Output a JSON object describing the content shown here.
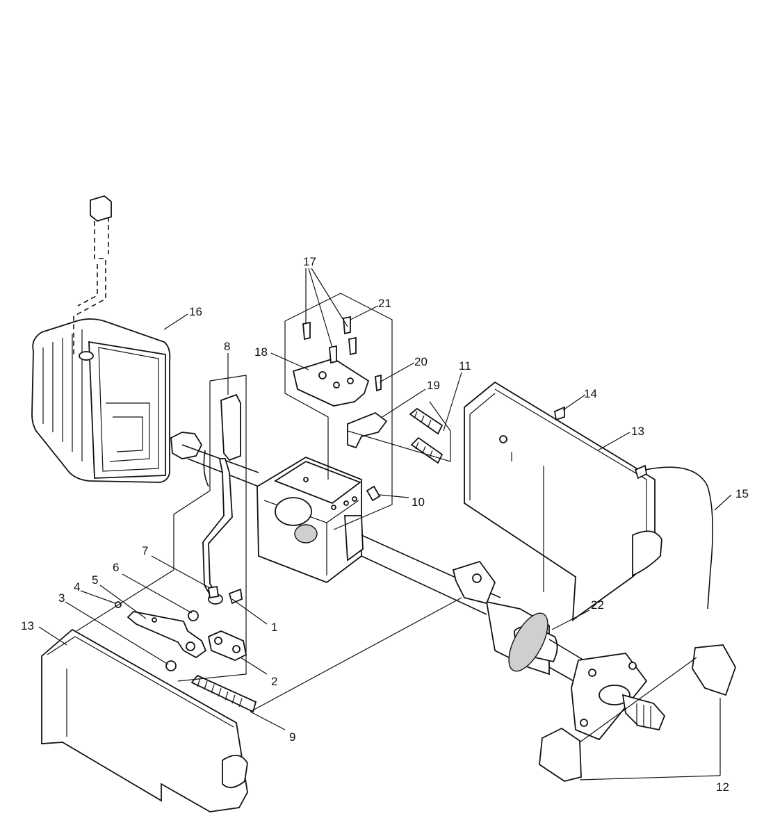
{
  "callouts": [
    {
      "id": "1",
      "text": "1"
    },
    {
      "id": "2",
      "text": "2"
    },
    {
      "id": "3",
      "text": "3"
    },
    {
      "id": "4",
      "text": "4"
    },
    {
      "id": "5",
      "text": "5"
    },
    {
      "id": "6",
      "text": "6"
    },
    {
      "id": "7",
      "text": "7"
    },
    {
      "id": "8",
      "text": "8"
    },
    {
      "id": "9",
      "text": "9"
    },
    {
      "id": "10",
      "text": "10"
    },
    {
      "id": "11",
      "text": "11"
    },
    {
      "id": "12",
      "text": "12"
    },
    {
      "id": "13a",
      "text": "13"
    },
    {
      "id": "13b",
      "text": "13"
    },
    {
      "id": "14",
      "text": "14"
    },
    {
      "id": "15",
      "text": "15"
    },
    {
      "id": "16",
      "text": "16"
    },
    {
      "id": "17",
      "text": "17"
    },
    {
      "id": "18",
      "text": "18"
    },
    {
      "id": "19",
      "text": "19"
    },
    {
      "id": "20",
      "text": "20"
    },
    {
      "id": "21",
      "text": "21"
    },
    {
      "id": "22",
      "text": "22"
    }
  ]
}
